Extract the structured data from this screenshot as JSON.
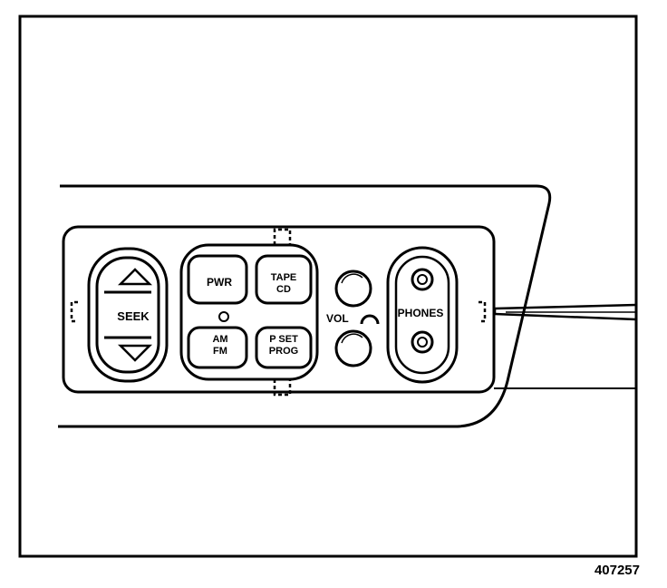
{
  "buttons": {
    "seek": "SEEK",
    "pwr": "PWR",
    "tape_cd_line1": "TAPE",
    "tape_cd_line2": "CD",
    "am_fm_line1": "AM",
    "am_fm_line2": "FM",
    "pset_line1": "P SET",
    "pset_line2": "PROG"
  },
  "labels": {
    "vol": "VOL",
    "phones": "PHONES"
  },
  "figure_number": "407257",
  "icons": {
    "seek_up": "triangle-up-icon",
    "seek_down": "triangle-down-icon",
    "status_light": "indicator-led-icon",
    "vol_up": "round-knob-icon",
    "vol_down": "round-knob-icon",
    "vol_symbol": "arc-icon",
    "jack": "headphone-jack-icon",
    "tool": "pry-tool-icon"
  },
  "colors": {
    "line": "#000000",
    "background": "#ffffff"
  }
}
